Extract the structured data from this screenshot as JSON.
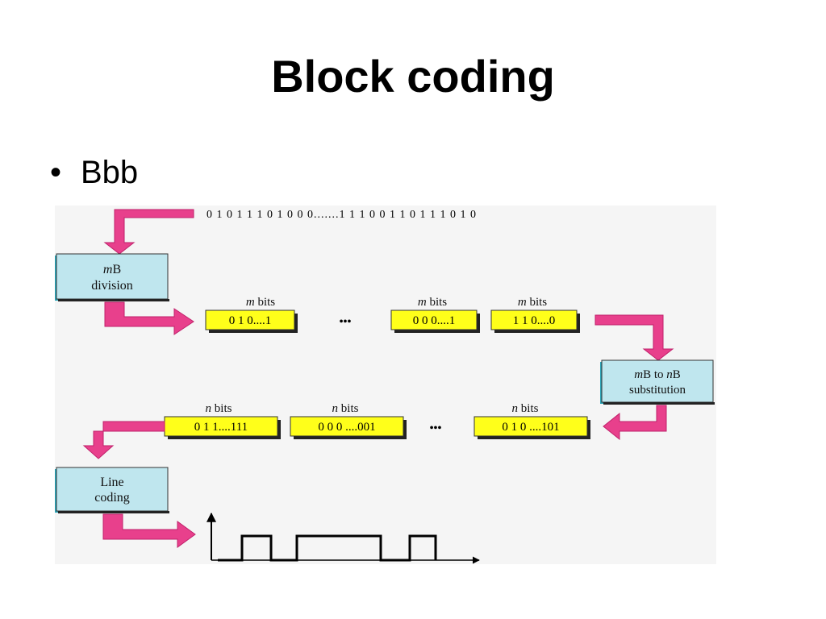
{
  "slide": {
    "title": "Block coding",
    "bullet": "Bbb"
  },
  "diagram": {
    "input_bits": "0 1 0 1 1 1 0 1 0 0 0.......1 1 1 0 0 1 1 0 1 1 1 0 1 0",
    "mb_division": {
      "line1_italic": "m",
      "line1_rest": "B",
      "line2": "division"
    },
    "m_blocks": [
      {
        "label_var": "m",
        "label_rest": " bits",
        "value": "0 1 0....1"
      },
      {
        "label_var": "m",
        "label_rest": " bits",
        "value": "0 0 0....1"
      },
      {
        "label_var": "m",
        "label_rest": " bits",
        "value": "1 1 0....0"
      }
    ],
    "ellipsis": "•••",
    "substitution": {
      "line1_a_italic": "m",
      "line1_b": "B to ",
      "line1_c_italic": "n",
      "line1_d": "B",
      "line2": "substitution"
    },
    "n_blocks": [
      {
        "label_var": "n",
        "label_rest": " bits",
        "value": "0 1 1....111"
      },
      {
        "label_var": "n",
        "label_rest": " bits",
        "value": "0 0 0 ....001"
      },
      {
        "label_var": "n",
        "label_rest": " bits",
        "value": "0 1 0 ....101"
      }
    ],
    "line_coding": {
      "line1": "Line",
      "line2": "coding"
    },
    "colors": {
      "arrow": "#e8408c",
      "arrow_outline": "#c0206a",
      "yellow_box": "#ffff1a",
      "process_box": "#bfe6ee",
      "process_box_shadow": "#2aa5b8",
      "shadow": "#222222"
    }
  }
}
